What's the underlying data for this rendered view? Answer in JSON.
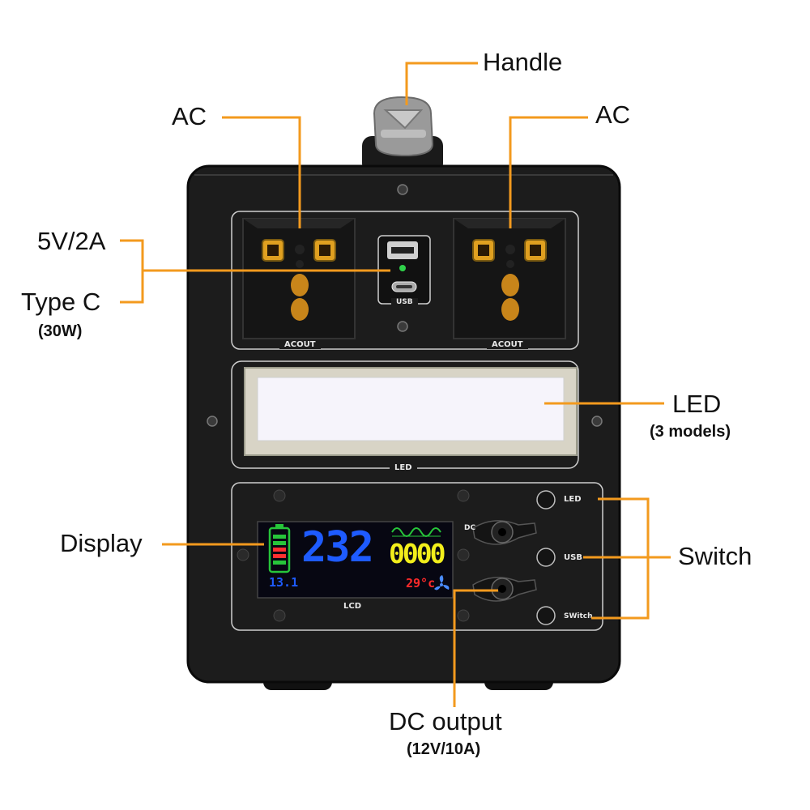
{
  "callouts": {
    "handle": "Handle",
    "ac_left": "AC",
    "ac_right": "AC",
    "usb_5v2a": "5V/2A",
    "type_c": "Type C",
    "type_c_power": "(30W)",
    "led": "LED",
    "led_modes": "(3 models)",
    "display": "Display",
    "switch": "Switch",
    "dc_output": "DC output",
    "dc_output_rating": "(12V/10A)"
  },
  "device_labels": {
    "acout_left": "ACOUT",
    "acout_right": "ACOUT",
    "usb": "USB",
    "led_panel": "LED",
    "lcd": "LCD",
    "dc_top": "DC",
    "button_led": "LED",
    "button_usb": "USB",
    "button_switch": "SWitch"
  },
  "lcd": {
    "voltage": "232",
    "power": "0000",
    "battery_voltage": "13.1",
    "temperature": "29°c"
  },
  "colors": {
    "accent": "#f39a1e",
    "device_body": "#1c1c1c",
    "lcd_blue": "#1e5bff",
    "lcd_yellow": "#f2ee1b",
    "lcd_green": "#27c53a",
    "lcd_red": "#ff2a2a"
  }
}
